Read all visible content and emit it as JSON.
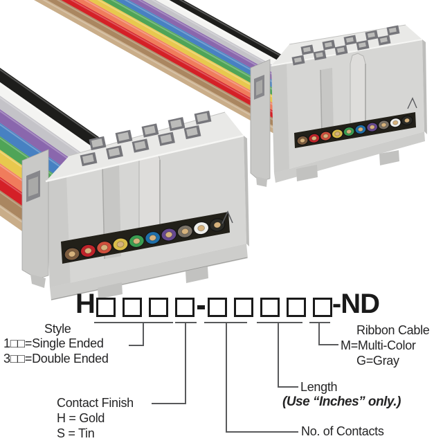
{
  "part_number": {
    "prefix": "H",
    "group1_boxes": 4,
    "separator": "-",
    "group2_boxes": 5,
    "suffix": "-ND"
  },
  "callouts": {
    "style": {
      "title": "Style",
      "line1": "1□□=Single Ended",
      "line2": "3□□=Double Ended"
    },
    "contact_finish": {
      "title": "Contact Finish",
      "line1": "H = Gold",
      "line2": "S = Tin"
    },
    "ribbon_cable": {
      "title": "Ribbon Cable",
      "line1": "M=Multi-Color",
      "line2": "G=Gray"
    },
    "length": {
      "title": "Length",
      "note": "(Use “Inches” only.)"
    },
    "contacts": {
      "title": "No. of Contacts"
    }
  },
  "photo": {
    "ribbon_stripe_colors": [
      "#1d1d1b",
      "#f4f4f2",
      "#c4c3c8",
      "#8a67ad",
      "#4781c2",
      "#4fa457",
      "#e8c84e",
      "#f07c5c",
      "#d42027",
      "#aa8660",
      "#c9ad89"
    ],
    "wire_ring_colors": [
      "#7c5c3f",
      "#c0232a",
      "#cf4f3c",
      "#d9bc4a",
      "#3a9c51",
      "#1f6fa9",
      "#66498f",
      "#7a7267",
      "#efefec",
      "#2b2b26"
    ],
    "wire_core_color": "#d6b27d",
    "connector_body_color": "#d6d6d4",
    "connector_top_color": "#e9e9e7",
    "line_color": "#58595b",
    "text_color": "#242425"
  }
}
